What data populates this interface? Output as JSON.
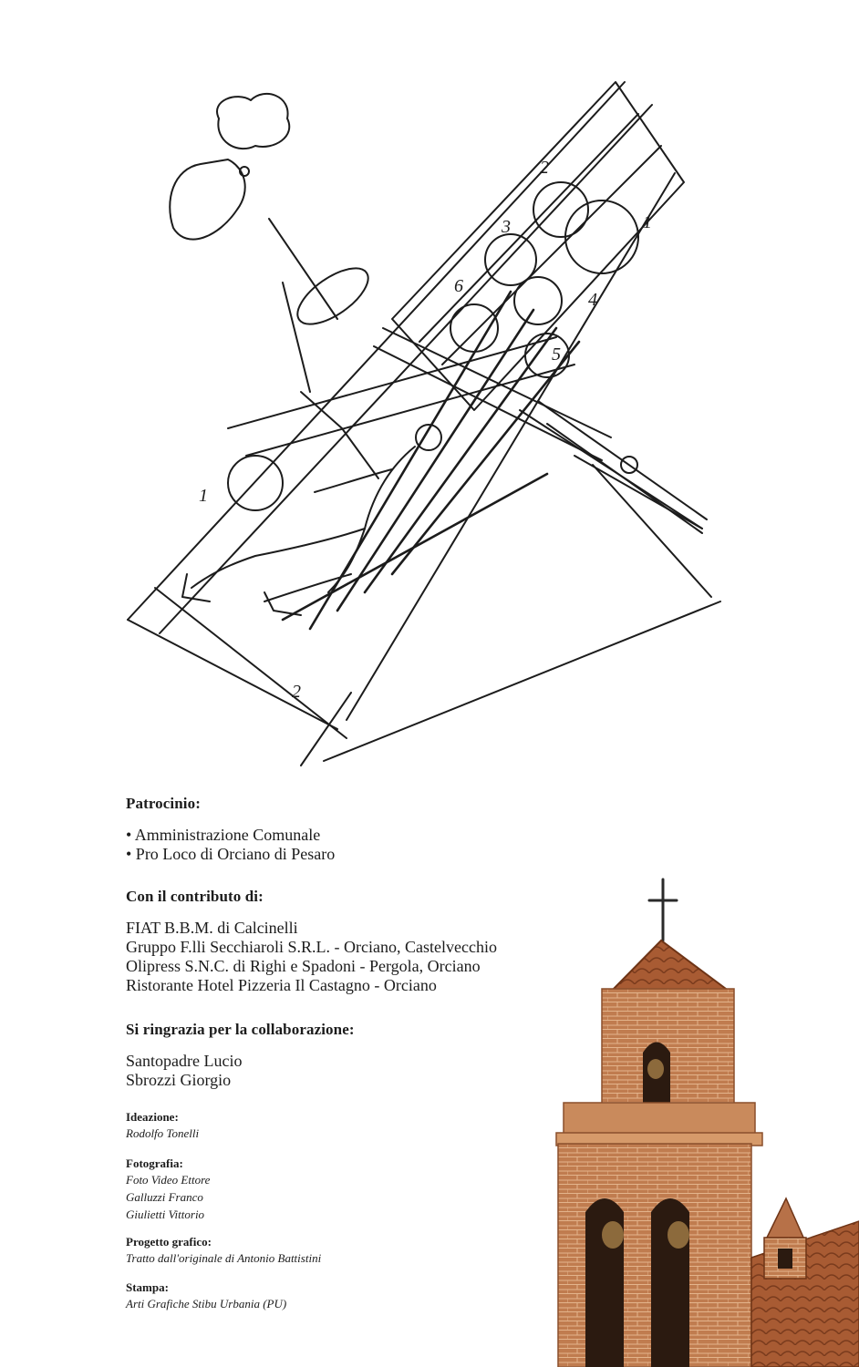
{
  "patrocinio": {
    "title": "Patrocinio:",
    "items": [
      "• Amministrazione Comunale",
      "• Pro Loco di Orciano di Pesaro"
    ]
  },
  "contributo": {
    "title": "Con il contributo di:",
    "items": [
      "FIAT B.B.M. di Calcinelli",
      "Gruppo F.lli Secchiaroli S.R.L. - Orciano, Castelvecchio",
      "Olipress S.N.C. di Righi e Spadoni - Pergola, Orciano",
      "Ristorante Hotel Pizzeria Il Castagno - Orciano"
    ]
  },
  "ringraziamenti": {
    "title": "Si ringrazia per la collaborazione:",
    "items": [
      "Santopadre Lucio",
      "Sbrozzi Giorgio"
    ]
  },
  "ideazione": {
    "title": "Ideazione:",
    "items": [
      "Rodolfo Tonelli"
    ]
  },
  "fotografia": {
    "title": "Fotografia:",
    "items": [
      "Foto Video Ettore",
      "Galluzzi Franco",
      "Giulietti Vittorio"
    ]
  },
  "progetto": {
    "title": "Progetto grafico:",
    "items": [
      "Tratto dall'originale di Antonio Battistini"
    ]
  },
  "stampa": {
    "title": "Stampa:",
    "items": [
      "Arti Grafiche Stibu Urbania (PU)"
    ]
  },
  "sketch": {
    "numbers": [
      "2",
      "3",
      "1",
      "6",
      "4",
      "5",
      "1",
      "2"
    ]
  },
  "colors": {
    "ink": "#1c1c1c",
    "brick": "#b8754a",
    "brick_dark": "#8a4f2c",
    "roof": "#9a5530"
  }
}
